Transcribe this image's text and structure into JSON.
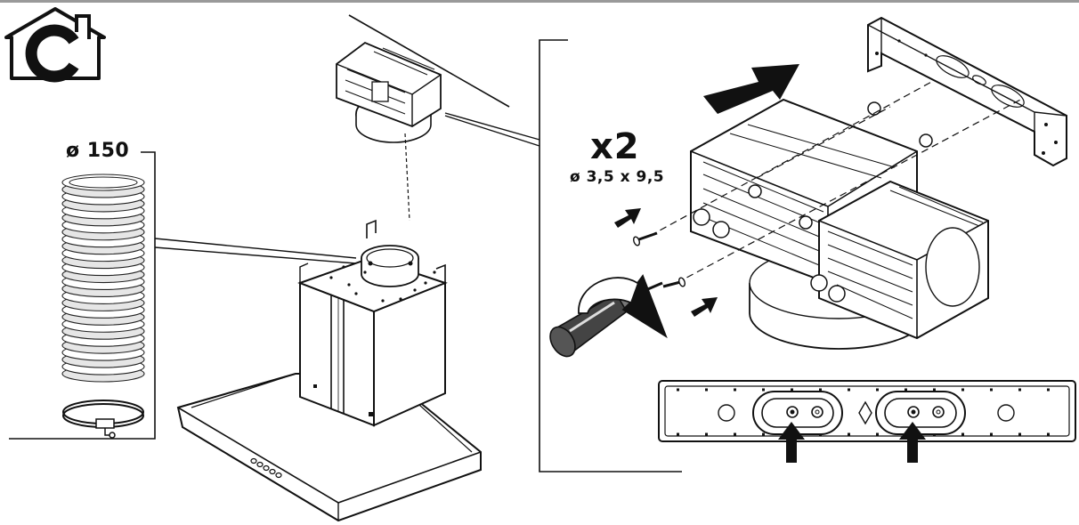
{
  "icons": {
    "mode_icon": "house-c-icon",
    "pointer": "arrow-icon",
    "rotate": "rotate-arrow-icon"
  },
  "labels": {
    "duct_diameter": "ø 150",
    "screw_quantity": "x2",
    "screw_size": "ø 3,5 x 9,5"
  },
  "colors": {
    "line": "#1a1a1a",
    "fill": "#ffffff",
    "shade": "#d9d9d9",
    "dark": "#222222"
  }
}
